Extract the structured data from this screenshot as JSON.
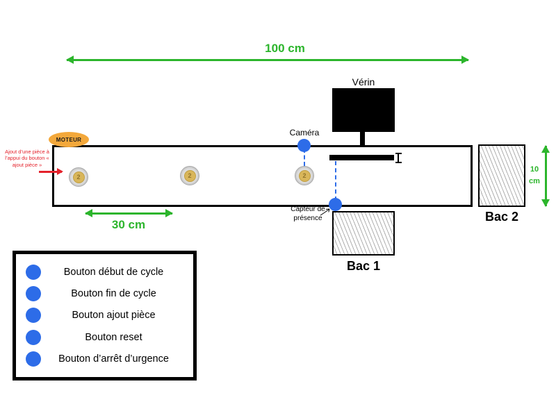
{
  "labels": {
    "dim100": "100 cm",
    "dim30": "30 cm",
    "dim10_l1": "10",
    "dim10_l2": "cm",
    "verin": "Vérin",
    "camera": "Caméra",
    "moteur": "MOTEUR",
    "capteur_l1": "Capteur de",
    "capteur_l2": "présence",
    "bac1": "Bac 1",
    "bac2": "Bac 2",
    "note": "Ajout d’une pièce à l’appui du bouton « ajout pièce »"
  },
  "coin": {
    "value": "2"
  },
  "legend": {
    "items": [
      "Bouton début de cycle",
      "Bouton fin de cycle",
      "Bouton ajout pièce",
      "Bouton reset",
      "Bouton d’arrêt d’urgence"
    ]
  },
  "colors": {
    "green": "#2cb52c",
    "blue": "#2d6ce8",
    "red": "#e4222b",
    "orange": "#f3a83b",
    "coin_gold": "#d9b65a"
  }
}
